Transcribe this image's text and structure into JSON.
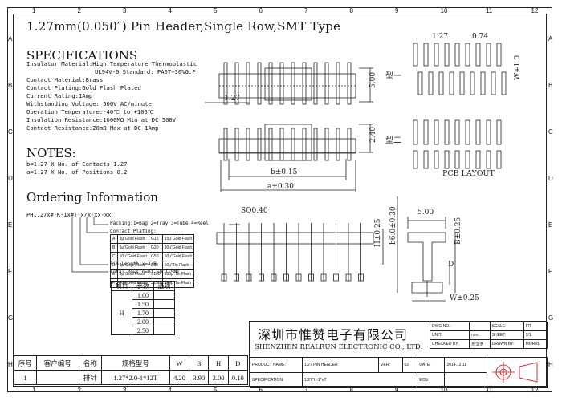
{
  "title": "1.27mm(0.050″) Pin Header,Single Row,SMT Type",
  "grid": {
    "cols": [
      "1",
      "2",
      "3",
      "4",
      "5",
      "6",
      "7",
      "8",
      "9",
      "10",
      "11",
      "12"
    ],
    "rows": [
      "A",
      "B",
      "C",
      "D",
      "E",
      "F",
      "G",
      "H"
    ]
  },
  "specs": {
    "heading": "SPECIFICATIONS",
    "lines": [
      "Insulator Material:High Temperature Thermoplastic",
      "UL94V-0 Standard: PA6T+30%G.F",
      "Contact Material:Brass",
      "Contact Plating:Gold Flash Plated",
      "Current Rating:1Amp",
      "Withstanding Voltage: 500V AC/minute",
      "Operation Temperature:-40℃ to +105℃",
      "Insulation Resistance:1000MΩ Min    at DC 500V",
      "Contact Resistance:20mΩ Max  at DC 1Amp"
    ]
  },
  "notes": {
    "heading": "NOTES:",
    "lines": [
      "b=1.27 X No. of Contacts-1.27",
      "a=1.27 X No. of Positions-0.2"
    ]
  },
  "ordering": {
    "heading": "Ordering Information",
    "code": "PH1.27x#-K-1x#T-x/x-xx-xx",
    "labels": {
      "packing": "Packing:1=Bag 2=Tray 3=Tube 4=Reel",
      "plating": "Contact Plating:",
      "pin_length": "Pin Length:x=A/B",
      "rows": "Total Rows:n=01-50  T:SMT"
    },
    "plating_table": [
      [
        "A",
        "3μ\"Gold Flash",
        "G15",
        "15μ\"Gold Flash"
      ],
      [
        "B",
        "5μ\"Gold Flash",
        "G30",
        "30μ\"Gold Flash"
      ],
      [
        "C",
        "10μ\"Gold Flash",
        "G50",
        "50μ\"Gold Flash"
      ],
      [
        "D",
        "3μ\"Gold Flash",
        "S50",
        "50μ\"Tin Flash"
      ],
      [
        "E",
        "5μ\"Gold Flash",
        "S100",
        "100μ\"Tin Flash"
      ],
      [
        "F",
        "10μ\"Gold Flash",
        "S150",
        "150μ\"Tin Flash"
      ]
    ],
    "param_table": {
      "headers": [
        "项目",
        "参数",
        "选项"
      ],
      "item": "H",
      "values": [
        "1.00",
        "1.50",
        "1.70",
        "2.00",
        "2.50"
      ]
    }
  },
  "drawing_labels": {
    "dim_top_height": "5.00",
    "dim_pitch": "1.27",
    "dim_h2": "2.40",
    "dim_b": "b±0.15",
    "dim_a": "a±0.30",
    "type1": "型一",
    "type2": "型二",
    "pcb_layout": "PCB LAYOUT",
    "pcb_pitch": "1.27",
    "pcb_width": "0.74",
    "pcb_w": "W+1.0",
    "sq": "SQ0.40",
    "h_tol": "H±0.25",
    "side_top": "5.00",
    "b6": "b6.0±0.30",
    "b_tol": "B±0.25",
    "d": "D",
    "w_tol": "W±0.25"
  },
  "bottom_table": {
    "headers": [
      "序号",
      "客户编号",
      "名称",
      "规格型号",
      "W",
      "B",
      "H",
      "D"
    ],
    "row": [
      "1",
      "",
      "排针",
      "1.27*2.0-1*12T",
      "4.20",
      "3.90",
      "2.00",
      "0.10"
    ]
  },
  "title_block": {
    "company_cn": "深圳市惟赞电子有限公司",
    "company_en": "SHENZHEN REALRUN ELECTRONIC CO., LTD.",
    "dwg_no_label": "DWG NO.:",
    "scale_label": "SCALE:",
    "scale_val": "FIT",
    "unit_label": "UNIT:",
    "unit_val": "mm",
    "sheet_label": "SHEET:",
    "sheet_val": "1/1",
    "checked_label": "CHECKED BY:",
    "checked_val": "彦文浩",
    "drawn_label": "DRAWN BY:",
    "drawn_val": "MORRL",
    "product_label": "PRODUCT NAME:",
    "product_val": "1.27 PIN HEADER",
    "ver_label": "VER:",
    "ver_val": "02",
    "date_label": "DATE:",
    "date_val": "2014.12.11",
    "spec_label": "SPECIFICATION:",
    "spec_val": "1.27*H-1*nT",
    "ecn_label": "ECN:"
  }
}
